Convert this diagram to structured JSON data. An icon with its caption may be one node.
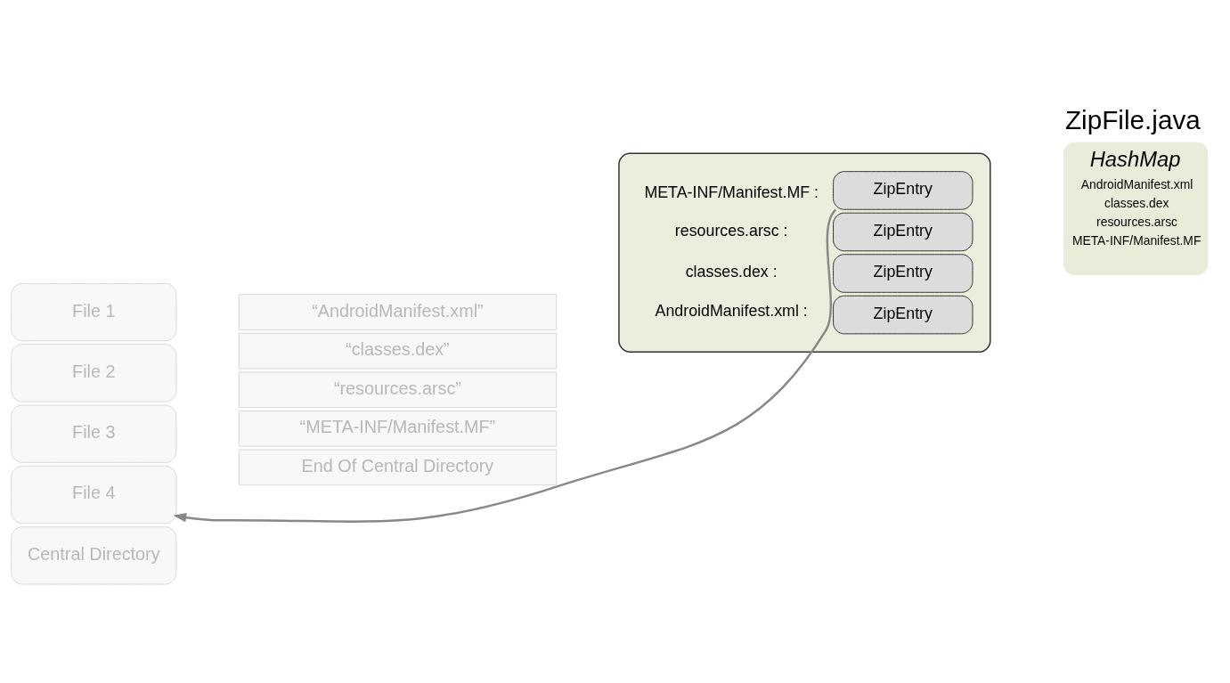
{
  "diagram": {
    "nodes": [
      {
        "text": [
          "File 1"
        ]
      },
      {
        "text": [
          "File 2"
        ]
      },
      {
        "text": [
          "File 3"
        ]
      },
      {
        "text": [
          "File 4"
        ]
      },
      {
        "text": [
          "Central Directory"
        ]
      },
      {
        "text": [
          "“AndroidManifest.xml”"
        ]
      },
      {
        "text": [
          "“classes.dex”"
        ]
      },
      {
        "text": [
          "“resources.arsc”"
        ]
      },
      {
        "text": [
          "“META-INF/Manifest.MF”"
        ]
      },
      {
        "text": [
          "End Of Central Directory"
        ]
      },
      {
        "text": [],
        "shape": "box"
      },
      {
        "text": [
          "ZipEntry"
        ],
        "in": 10,
        "beside": [
          "AndroidManifest.xml :"
        ]
      },
      {
        "text": [
          "ZipEntry"
        ],
        "in": 10,
        "beside": [
          "classes.dex :"
        ]
      },
      {
        "text": [
          "ZipEntry"
        ],
        "in": 10,
        "beside": [
          "resources.arsc :"
        ]
      },
      {
        "text": [
          "ZipEntry"
        ],
        "in": 10,
        "beside": [
          "META-INF/Manifest.MF :"
        ]
      },
      {
        "text": [
          "ZipFile.java",
          "HashMap",
          "AndroidManifest.xml",
          "classes.dex",
          "resources.arsc",
          "META-INF/Manifest.MF"
        ]
      }
    ],
    "edges": [
      {
        "from": 14,
        "to": 3,
        "arrow": "to",
        "color": "#888888"
      }
    ]
  }
}
